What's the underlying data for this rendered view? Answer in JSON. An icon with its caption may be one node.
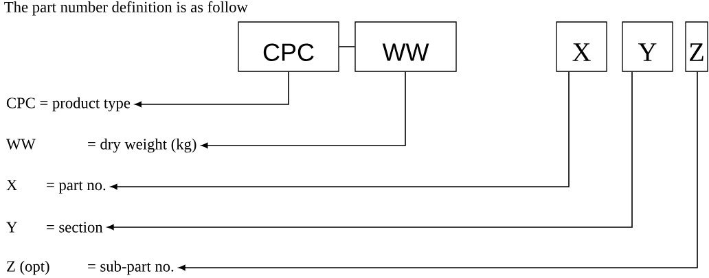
{
  "diagram": {
    "title": "The part number definition is as follow",
    "nodes": [
      {
        "text": [
          "CPC"
        ]
      },
      {
        "text": [
          "WW"
        ]
      },
      {
        "text": [
          "X"
        ]
      },
      {
        "text": [
          "Y"
        ]
      },
      {
        "text": [
          "Z"
        ]
      },
      {
        "text": [
          "CPC",
          "= product type"
        ]
      },
      {
        "text": [
          "WW",
          "= dry weight (kg)"
        ]
      },
      {
        "text": [
          "X",
          "= part no."
        ]
      },
      {
        "text": [
          "Y",
          "= section"
        ]
      },
      {
        "text": [
          "Z (opt)",
          "= sub-part no."
        ]
      }
    ],
    "edges": [
      {
        "from": 0,
        "to": 1,
        "arrow": "none"
      },
      {
        "from": 0,
        "to": 5,
        "arrow": "to"
      },
      {
        "from": 1,
        "to": 6,
        "arrow": "to"
      },
      {
        "from": 2,
        "to": 7,
        "arrow": "to"
      },
      {
        "from": 3,
        "to": 8,
        "arrow": "to"
      },
      {
        "from": 4,
        "to": 9,
        "arrow": "to"
      }
    ]
  }
}
